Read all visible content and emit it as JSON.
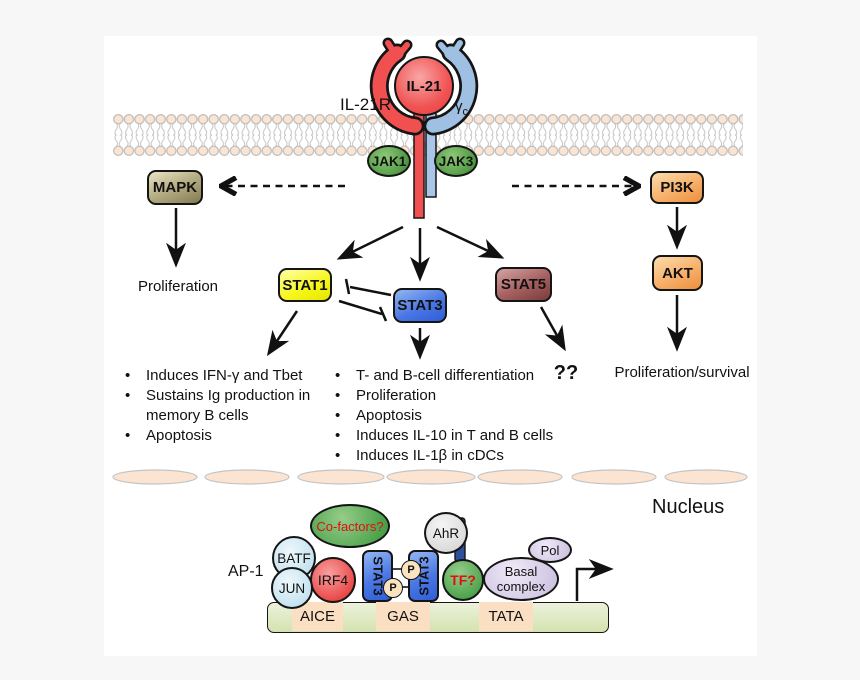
{
  "bullet": "•",
  "receptor": {
    "ligand": "IL-21",
    "receptor_label": "IL-21R",
    "gamma": "γ",
    "gamma_sub": "c",
    "jak1": "JAK1",
    "jak3": "JAK3"
  },
  "left_pathway": {
    "kinase": "MAPK",
    "outcome": "Proliferation"
  },
  "right_pathway": {
    "kinase1": "PI3K",
    "kinase2": "AKT",
    "outcome": "Proliferation/survival"
  },
  "stats": {
    "stat1": "STAT1",
    "stat3": "STAT3",
    "stat5": "STAT5",
    "stat5_outcome": "??"
  },
  "stat1_effects": [
    "Induces IFN-γ and Tbet",
    "Sustains Ig production in memory B cells",
    "Apoptosis"
  ],
  "stat3_effects": [
    "T- and B-cell differentiation",
    "Proliferation",
    "Apoptosis",
    "Induces IL-10 in T and B cells",
    "Induces IL-1β in cDCs"
  ],
  "nucleus": {
    "label": "Nucleus",
    "ap1": "AP-1",
    "batf": "BATF",
    "jun": "JUN",
    "irf4": "IRF4",
    "cofactors": "Co-factors?",
    "stat3_left": "STAT3",
    "stat3_right": "STAT3",
    "phospho": "P",
    "ahr": "AhR",
    "tf": "TF?",
    "basal": "Basal complex",
    "pol": "Pol",
    "aice": "AICE",
    "gas": "GAS",
    "tata": "TATA"
  },
  "colors": {
    "background": "#f7f7f7",
    "panel": "#ffffff",
    "membrane_head": "#fbe4d2",
    "il21_red": "#ef4c4c",
    "gamma_chain_blue": "#9fc0e2",
    "jak_green": "#5aa84f",
    "mapk_olive": "#a99f6e",
    "pi3k_akt_orange": "#f5a55f",
    "stat1_yellow": "#f2f216",
    "stat3_blue": "#4a74e0",
    "stat5_maroon": "#9a5252",
    "batf_jun_lightblue": "#cfe8f2",
    "irf4_red": "#ea4545",
    "cofactor_tf_green": "#4aa04a",
    "ahr_gray": "#dcdcdc",
    "basal_pol_lavender": "#d6cce6",
    "dna_green": "#dce8c0",
    "element_peach": "#fbdfc2",
    "red_text": "#e01010"
  }
}
